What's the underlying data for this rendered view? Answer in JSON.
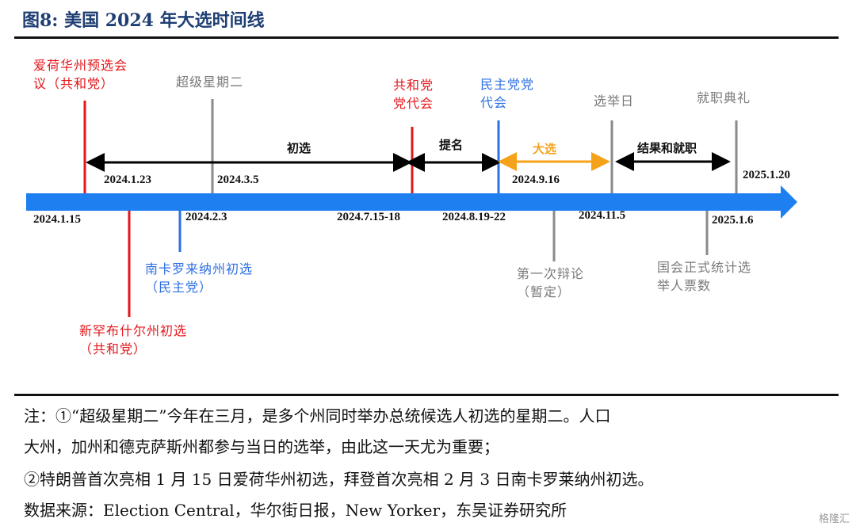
{
  "title": "图8:  美国 2024 年大选时间线",
  "colors": {
    "arrow": "#1e7ff0",
    "red": "#e3161b",
    "blue": "#2e6fe3",
    "gray": "#7a7a7a",
    "orange": "#f5a21a"
  },
  "events": {
    "iowa": [
      "爱荷华州预选会",
      "议（共和党）"
    ],
    "super_tuesday": "超级星期二",
    "rnc": [
      "共和党",
      "党代会"
    ],
    "dnc": [
      "民主党党",
      "代会"
    ],
    "election_day": "选举日",
    "inauguration": "就职典礼",
    "sc_primary": [
      "南卡罗来纳州初选",
      "（民主党）"
    ],
    "nh_primary": [
      "新罕布什尔州初选",
      "（共和党）"
    ],
    "debate": [
      "第一次辩论",
      "（暂定）"
    ],
    "congress_count": [
      "国会正式统计选",
      "举人票数"
    ]
  },
  "phases": {
    "primary": "初选",
    "nomination": "提名",
    "general": "大选",
    "result": "结果和就职"
  },
  "dates": {
    "d0115": "2024.1.15",
    "d0123": "2024.1.23",
    "d0203": "2024.2.3",
    "d0305": "2024.3.5",
    "d0715": "2024.7.15-18",
    "d0819": "2024.8.19-22",
    "d0916": "2024.9.16",
    "d1105": "2024.11.5",
    "d0106": "2025.1.6",
    "d0120": "2025.1.20"
  },
  "notes": [
    "注：①“超级星期二”今年在三月，是多个州同时举办总统候选人初选的星期二。人口",
    "大州，加州和德克萨斯州都参与当日的选举，由此这一天尤为重要；",
    "②特朗普首次亮相 1 月 15 日爱荷华州初选，拜登首次亮相 2 月 3 日南卡罗莱纳州初选。",
    "数据来源：Election Central，华尔街日报，New Yorker，东吴证券研究所"
  ],
  "watermark": "格隆汇"
}
